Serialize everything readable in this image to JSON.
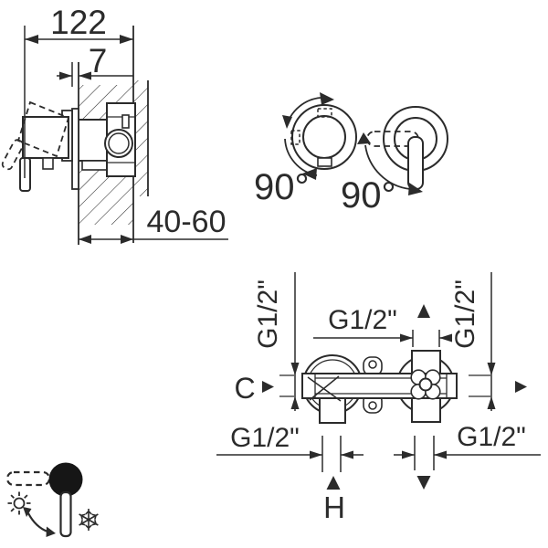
{
  "drawing": {
    "colors": {
      "line": "#2b2b2b",
      "background": "#ffffff",
      "handle_fill": "#161616"
    },
    "side_view": {
      "width_dim": "122",
      "escutcheon_dim": "7",
      "wall_depth_dim": "40-60"
    },
    "rotation_view": {
      "knob_rotation": "90°",
      "lever_rotation": "90°"
    },
    "connections": {
      "left_thread": "G1/2\"",
      "right_thread": "G1/2\"",
      "top_thread": "G1/2\"",
      "bottom_left_thread": "G1/2\"",
      "bottom_right_thread": "G1/2\"",
      "cold_label": "C",
      "hot_label": "H"
    },
    "icons": {
      "hot": "sun-icon",
      "cold": "snowflake-icon",
      "rotation": "curved-arrow-icon"
    }
  }
}
